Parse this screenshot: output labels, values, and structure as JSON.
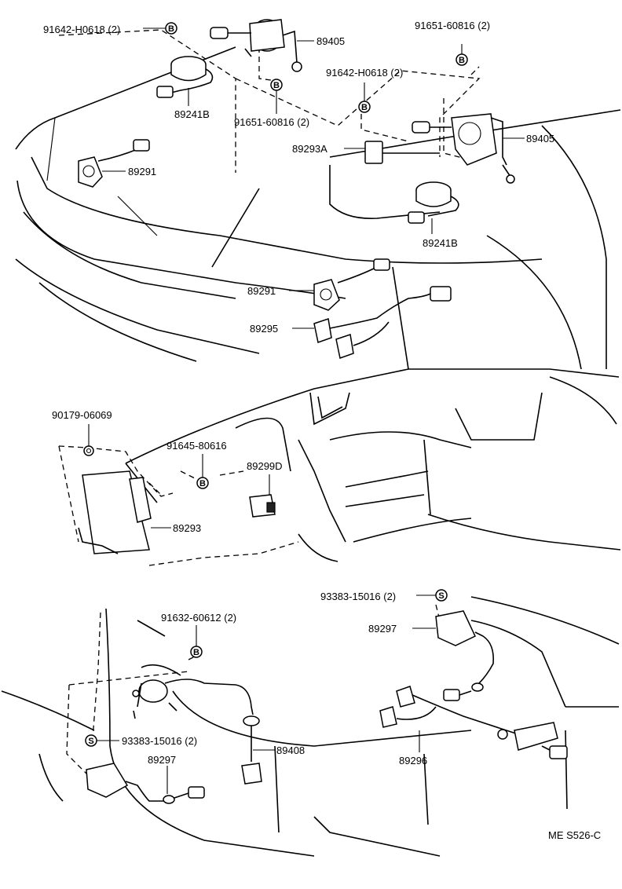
{
  "figure_code": "ME S526-C",
  "clip_codes": {
    "b": "B",
    "s": "S"
  },
  "top_section": {
    "labels": {
      "bolt_91642_left": "91642-H0618 (2)",
      "height_sensor_left": "89405",
      "sensor_89241b_left": "89241B",
      "bolt_91651_left": "91651-60816 (2)",
      "sensor_89291_left": "89291",
      "bolt_91651_right": "91651-60816 (2)",
      "bolt_91642_right": "91642-H0618 (2)",
      "height_sensor_right": "89405",
      "relay_89293a": "89293A",
      "sensor_89241b_right": "89241B",
      "sensor_89291_right": "89291",
      "harness_89295": "89295"
    }
  },
  "middle_section": {
    "labels": {
      "nut_90179": "90179-06069",
      "bolt_91645": "91645-80616",
      "ecu_89293": "89293",
      "switch_89299d": "89299D"
    }
  },
  "bottom_section": {
    "labels": {
      "bolt_91632": "91632-60612 (2)",
      "screw_93383_right": "93383-15016 (2)",
      "actuator_89297_right": "89297",
      "screw_93383_left": "93383-15016 (2)",
      "actuator_89297_left": "89297",
      "height_sensor_89408": "89408",
      "harness_89296": "89296"
    }
  }
}
